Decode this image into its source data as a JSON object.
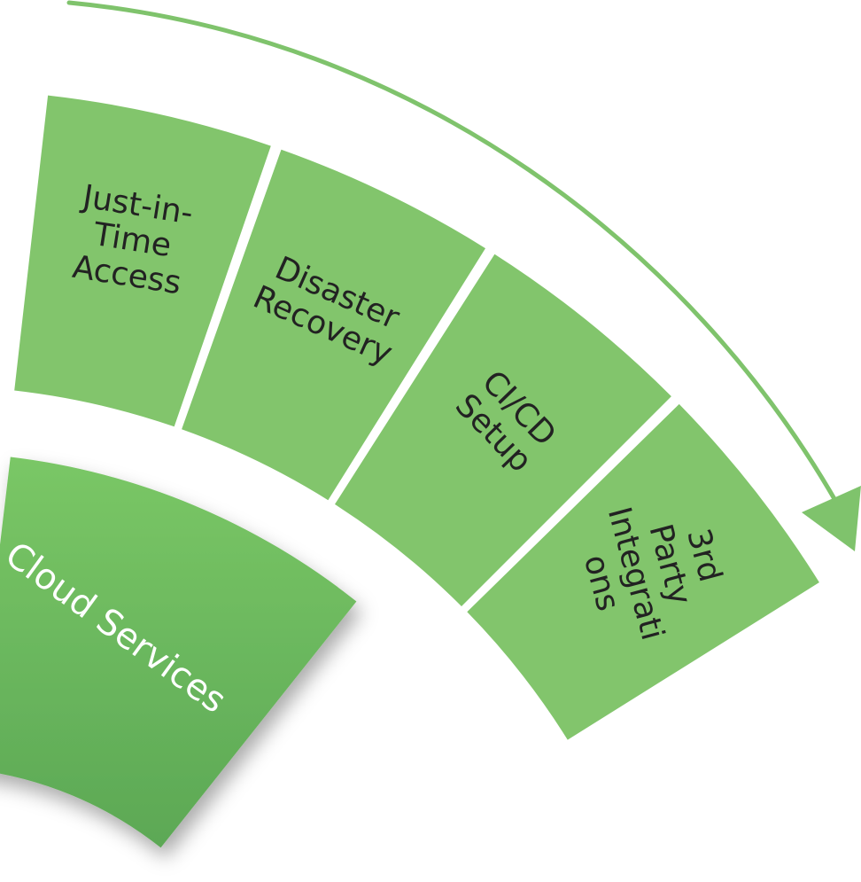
{
  "colors": {
    "segment": "#82c56c",
    "core_top": "#7ac766",
    "core_bottom": "#5ca855",
    "arrow": "#7fc36c",
    "segment_text": "#222222",
    "core_text": "#ffffff"
  },
  "core": {
    "label": "Cloud Services"
  },
  "segments": [
    {
      "id": "jit",
      "lines": [
        "Just-in-",
        "Time",
        "Access"
      ]
    },
    {
      "id": "dr",
      "lines": [
        "Disaster",
        "Recovery"
      ]
    },
    {
      "id": "cicd",
      "lines": [
        "CI/CD",
        "Setup"
      ]
    },
    {
      "id": "third",
      "lines": [
        "3rd",
        "Party",
        "Integrati",
        "ons"
      ]
    }
  ]
}
